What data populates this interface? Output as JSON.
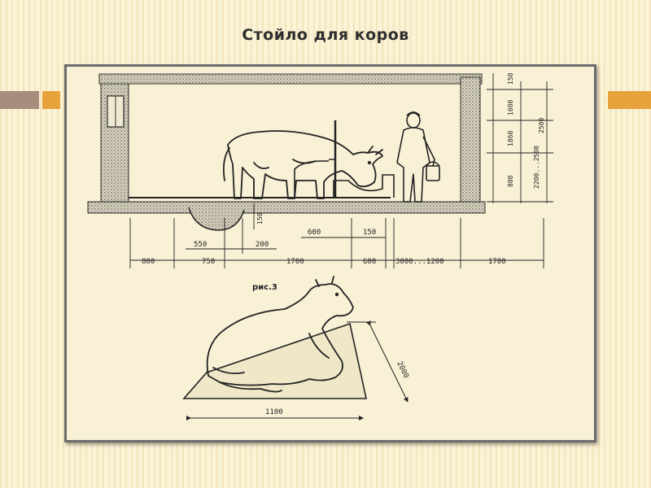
{
  "slide": {
    "title": "Стойло для коров"
  },
  "diagram": {
    "figure_label": "рис.3",
    "bottom_dimensions": [
      "800",
      "750",
      "1700",
      "600",
      "3000...1200",
      "1700"
    ],
    "upper_dimensions": [
      "550",
      "200",
      "600",
      "150"
    ],
    "vertical_dimensions": [
      "150",
      "1600",
      "800",
      "2500",
      "2200...2500",
      "1860"
    ],
    "lying_cow_dimensions": [
      "1100",
      "2000"
    ],
    "colors": {
      "background": "#fbf3d6",
      "frame_border": "#6c6c6c",
      "accent_orange": "#e8a23c",
      "accent_gray": "#a88c7c",
      "ink": "#222222"
    }
  }
}
